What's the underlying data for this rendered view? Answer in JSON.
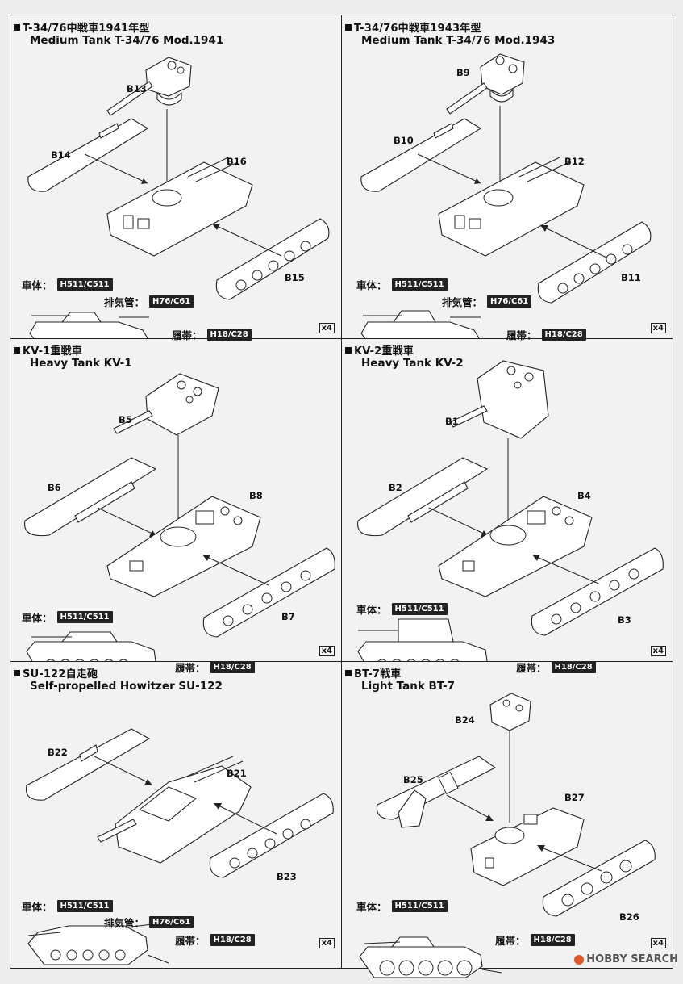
{
  "panels": [
    {
      "title_ja": "T-34/76中戦車1941年型",
      "title_en": "Medium Tank T-34/76 Mod.1941",
      "parts": {
        "turret": "B13",
        "left_track": "B14",
        "hull": "B16",
        "right_track": "B15"
      },
      "colors": {
        "body_label": "車体：",
        "body_code": "H511/C511",
        "exhaust_label": "排気管：",
        "exhaust_code": "H76/C61",
        "track_label": "履帯：",
        "track_code": "H18/C28"
      },
      "quantity": "x4"
    },
    {
      "title_ja": "T-34/76中戦車1943年型",
      "title_en": "Medium Tank T-34/76 Mod.1943",
      "parts": {
        "turret": "B9",
        "left_track": "B10",
        "hull": "B12",
        "right_track": "B11"
      },
      "colors": {
        "body_label": "車体：",
        "body_code": "H511/C511",
        "exhaust_label": "排気管：",
        "exhaust_code": "H76/C61",
        "track_label": "履帯：",
        "track_code": "H18/C28"
      },
      "quantity": "x4"
    },
    {
      "title_ja": "KV-1重戦車",
      "title_en": "Heavy Tank KV-1",
      "parts": {
        "turret": "B5",
        "left_track": "B6",
        "hull": "B8",
        "right_track": "B7"
      },
      "colors": {
        "body_label": "車体：",
        "body_code": "H511/C511",
        "track_label": "履帯：",
        "track_code": "H18/C28"
      },
      "quantity": "x4"
    },
    {
      "title_ja": "KV-2重戦車",
      "title_en": "Heavy Tank KV-2",
      "parts": {
        "turret": "B1",
        "left_track": "B2",
        "hull": "B4",
        "right_track": "B3"
      },
      "colors": {
        "body_label": "車体：",
        "body_code": "H511/C511",
        "track_label": "履帯：",
        "track_code": "H18/C28"
      },
      "quantity": "x4"
    },
    {
      "title_ja": "SU-122自走砲",
      "title_en": "Self-propelled Howitzer SU-122",
      "parts": {
        "left_track": "B22",
        "hull": "B21",
        "right_track": "B23"
      },
      "colors": {
        "body_label": "車体：",
        "body_code": "H511/C511",
        "exhaust_label": "排気管：",
        "exhaust_code": "H76/C61",
        "track_label": "履帯：",
        "track_code": "H18/C28"
      },
      "quantity": "x4"
    },
    {
      "title_ja": "BT-7戦車",
      "title_en": "Light Tank BT-7",
      "parts": {
        "turret": "B24",
        "left_track": "B25",
        "hull": "B27",
        "right_track": "B26"
      },
      "colors": {
        "body_label": "車体：",
        "body_code": "H511/C511",
        "track_label": "履帯：",
        "track_code": "H18/C28"
      },
      "quantity": "x4"
    }
  ],
  "watermark": {
    "text": "HOBBY SEARCH",
    "icon": "hobby-search-logo-icon",
    "accent": "#e05a2a"
  }
}
